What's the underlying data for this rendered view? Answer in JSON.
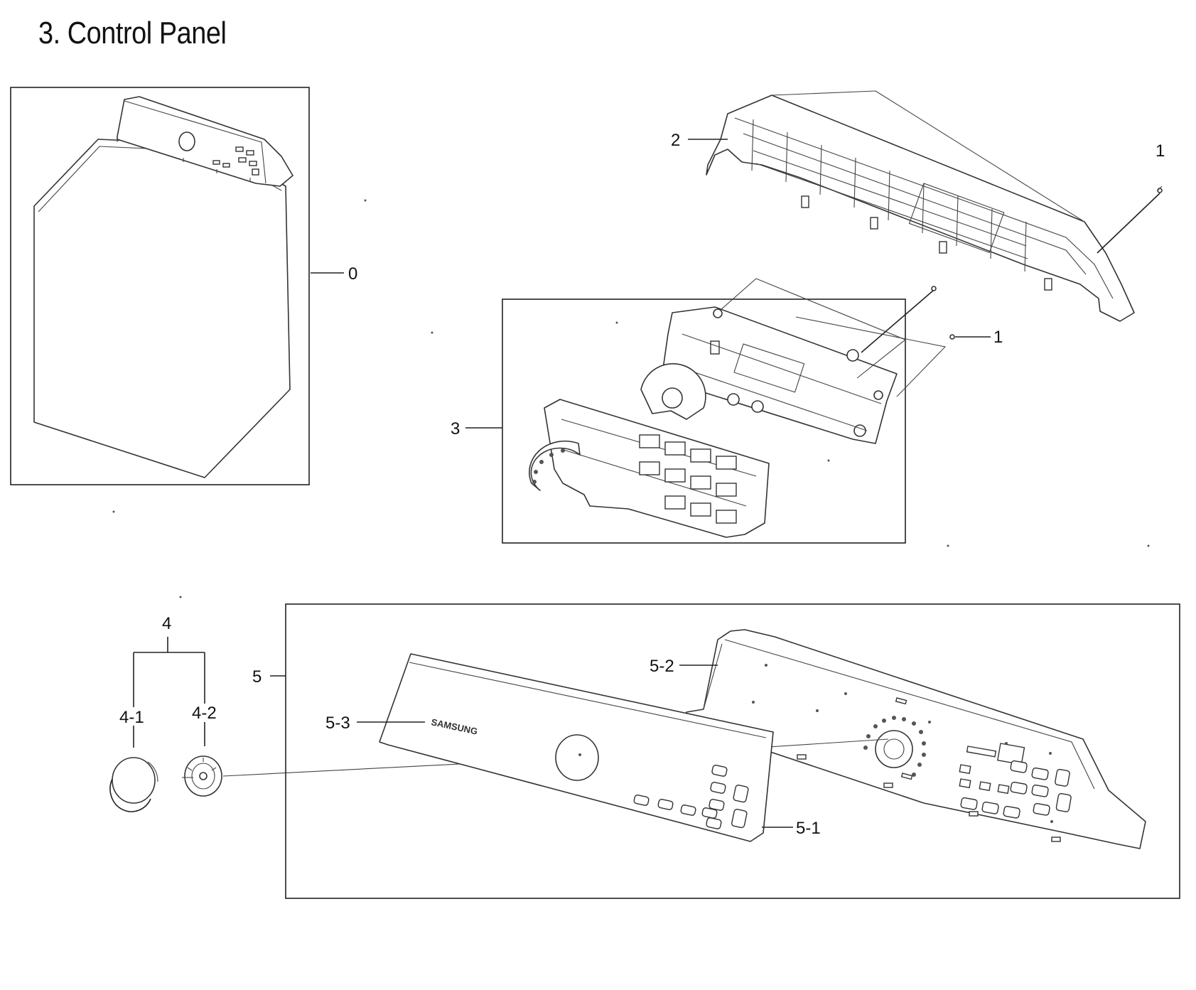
{
  "title": "3. Control Panel",
  "callouts": {
    "c0": "0",
    "c1_top": "1",
    "c1_mid": "1",
    "c2": "2",
    "c3": "3",
    "c4": "4",
    "c4_1": "4-1",
    "c4_2": "4-2",
    "c5": "5",
    "c5_1": "5-1",
    "c5_2": "5-2",
    "c5_3": "5-3"
  },
  "brand_mark": "SAMSUNG"
}
